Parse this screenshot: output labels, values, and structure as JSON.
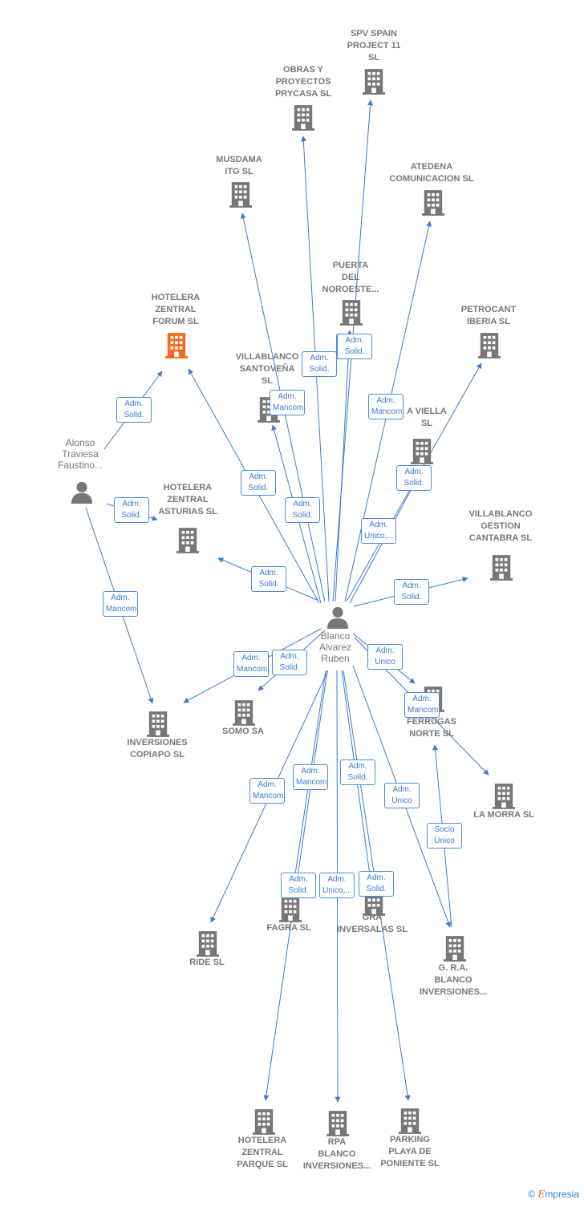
{
  "colors": {
    "edge": "#3a7bd5",
    "node": "#777777",
    "highlight": "#f26b21"
  },
  "nodes": [
    {
      "id": "spv",
      "label": "SPV SPAIN\nPROJECT 11\nSL",
      "type": "company-icon"
    },
    {
      "id": "obras",
      "label": "OBRAS Y\nPROYECTOS\nPRYCASA  SL",
      "type": "company-icon"
    },
    {
      "id": "musdama",
      "label": "MUSDAMA\nITG  SL",
      "type": "company-icon"
    },
    {
      "id": "atedena",
      "label": "ATEDENA\nCOMUNICACION SL",
      "type": "company-icon"
    },
    {
      "id": "puerta",
      "label": "PUERTA\nDEL\nNOROESTE...",
      "type": "company-icon"
    },
    {
      "id": "hotelera_forum",
      "label": "HOTELERA\nZENTRAL\nFORUM  SL",
      "type": "company-icon",
      "highlight": true
    },
    {
      "id": "petrocant",
      "label": "PETROCANT\nIBERIA  SL",
      "type": "company-icon"
    },
    {
      "id": "villablanco_sant",
      "label": "VILLABLANCO\nSANTOVEÑA\nSL",
      "type": "company-icon"
    },
    {
      "id": "viella",
      "label": "A VIELLA\nSL",
      "type": "company-icon"
    },
    {
      "id": "alonso",
      "label": "Alonso\nTraviesa\nFaustino...",
      "type": "person-icon"
    },
    {
      "id": "hotelera_asturias",
      "label": "HOTELERA\nZENTRAL\nASTURIAS  SL",
      "type": "company-icon"
    },
    {
      "id": "villablanco_gest",
      "label": "VILLABLANCO\nGESTION\nCANTABRA  SL",
      "type": "company-icon"
    },
    {
      "id": "blanco",
      "label": "Blanco\nAlvarez\nRuben",
      "type": "person-icon"
    },
    {
      "id": "inversiones_copiapo",
      "label": "INVERSIONES\nCOPIAPO  SL",
      "type": "company-icon"
    },
    {
      "id": "somo",
      "label": "SOMO SA",
      "type": "company-icon"
    },
    {
      "id": "ferrugas",
      "label": "FERRUGAS\nNORTE  SL",
      "type": "company-icon"
    },
    {
      "id": "lamorra",
      "label": "LA MORRA SL",
      "type": "company-icon"
    },
    {
      "id": "fagra",
      "label": "FAGRA SL",
      "type": "company-icon"
    },
    {
      "id": "gra",
      "label": "GRA\nINVERSALAS SL",
      "type": "company-icon"
    },
    {
      "id": "ride",
      "label": "RIDE SL",
      "type": "company-icon"
    },
    {
      "id": "gra_blanco",
      "label": "G. R.A.\nBLANCO\nINVERSIONES...",
      "type": "company-icon"
    },
    {
      "id": "hotelera_parque",
      "label": "HOTELERA\nZENTRAL\nPARQUE  SL",
      "type": "company-icon"
    },
    {
      "id": "rpa",
      "label": "RPA\nBLANCO\nINVERSIONES...",
      "type": "company-icon"
    },
    {
      "id": "parking",
      "label": "PARKING\nPLAYA DE\nPONIENTE  SL",
      "type": "company-icon"
    }
  ],
  "edges": [
    {
      "from": "blanco",
      "to": "spv",
      "label": "Adm.\nSolid."
    },
    {
      "from": "blanco",
      "to": "obras",
      "label": "Adm.\nSolid."
    },
    {
      "from": "blanco",
      "to": "musdama",
      "label": "Adm.\nMancom."
    },
    {
      "from": "blanco",
      "to": "atedena",
      "label": "Adm.\nMancom."
    },
    {
      "from": "blanco",
      "to": "puerta",
      "label": "Adm.\nSolid."
    },
    {
      "from": "blanco",
      "to": "hotelera_forum",
      "label": "Adm.\nSolid."
    },
    {
      "from": "blanco",
      "to": "petrocant",
      "label": "Adm.\nSolid."
    },
    {
      "from": "blanco",
      "to": "villablanco_sant",
      "label": "Adm.\nSolid."
    },
    {
      "from": "blanco",
      "to": "viella",
      "label": "Adm.\nUnico,..."
    },
    {
      "from": "blanco",
      "to": "hotelera_asturias",
      "label": "Adm.\nSolid."
    },
    {
      "from": "blanco",
      "to": "villablanco_gest",
      "label": "Adm.\nSolid."
    },
    {
      "from": "blanco",
      "to": "inversiones_copiapo",
      "label": "Adm.\nMancom."
    },
    {
      "from": "blanco",
      "to": "somo",
      "label": "Adm.\nSolid."
    },
    {
      "from": "blanco",
      "to": "ferrugas",
      "label": "Adm.\nUnico"
    },
    {
      "from": "blanco",
      "to": "lamorra",
      "label": "Adm.\nMancom."
    },
    {
      "from": "blanco",
      "to": "ride",
      "label": "Adm.\nMancom."
    },
    {
      "from": "blanco",
      "to": "hotelera_parque",
      "label": "Adm.\nMancom."
    },
    {
      "from": "blanco",
      "to": "rpa",
      "label": "Adm.\nUnico,..."
    },
    {
      "from": "blanco",
      "to": "parking",
      "label": "Adm.\nSolid."
    },
    {
      "from": "blanco",
      "to": "gra_blanco",
      "label": "Adm.\nUnico"
    },
    {
      "from": "blanco",
      "to": "fagra",
      "label": "Adm.\nSolid."
    },
    {
      "from": "blanco",
      "to": "gra",
      "label": "Adm.\nSolid."
    },
    {
      "from": "alonso",
      "to": "hotelera_forum",
      "label": "Adm.\nSolid."
    },
    {
      "from": "alonso",
      "to": "hotelera_asturias",
      "label": "Adm.\nSolid."
    },
    {
      "from": "alonso",
      "to": "inversiones_copiapo",
      "label": "Adm.\nMancom."
    },
    {
      "from": "gra_blanco",
      "to": "ferrugas",
      "label": "Socio\nÚnico"
    }
  ],
  "watermark": {
    "copyright": "©",
    "brand_initial": "E",
    "brand_rest": "mpresia"
  }
}
